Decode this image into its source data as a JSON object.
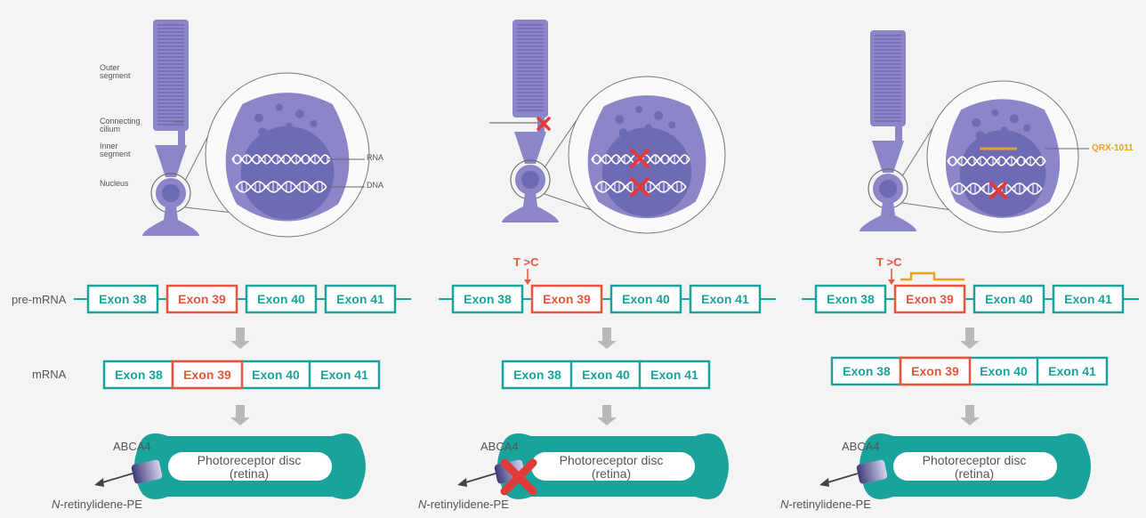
{
  "colors": {
    "teal": "#1aa39c",
    "exon_highlight": "#e8553b",
    "cell": "#8a86c8",
    "cell_dark": "#6e6ab4",
    "arrow_gray": "#b8b8b8",
    "drug": "#e8a11b",
    "cross": "#e03a3a"
  },
  "cell_labels": {
    "outer_segment": [
      "Outer",
      "segment"
    ],
    "connecting_cilium": [
      "Connecting",
      "cilium"
    ],
    "inner_segment": [
      "Inner",
      "segment"
    ],
    "nucleus": "Nucleus",
    "rna": "RNA",
    "dna": "DNA"
  },
  "drug_label": "QRX-1011",
  "mutation_label": "T >C",
  "row_labels": {
    "pre_mrna": "pre-mRNA",
    "mrna": "mRNA"
  },
  "exons": [
    "Exon 38",
    "Exon 39",
    "Exon 40",
    "Exon 41"
  ],
  "panels": [
    {
      "id": "normal",
      "pre_mrna": [
        "Exon 38",
        "Exon 39",
        "Exon 40",
        "Exon 41"
      ],
      "mrna": [
        "Exon 38",
        "Exon 39",
        "Exon 40",
        "Exon 41"
      ],
      "abca4_functional": true
    },
    {
      "id": "mutant",
      "pre_mrna": [
        "Exon 38",
        "Exon 39",
        "Exon 40",
        "Exon 41"
      ],
      "mrna": [
        "Exon 38",
        "Exon 40",
        "Exon 41"
      ],
      "abca4_functional": false
    },
    {
      "id": "treated",
      "pre_mrna": [
        "Exon 38",
        "Exon 39",
        "Exon 40",
        "Exon 41"
      ],
      "mrna": [
        "Exon 38",
        "Exon 39",
        "Exon 40",
        "Exon 41"
      ],
      "abca4_functional": true
    }
  ],
  "protein": "ABCA4",
  "disc": {
    "line1": "Photoreceptor disc",
    "line2": "(retina)"
  },
  "substrate_prefix": "N",
  "substrate_rest": "-retinylidene-PE"
}
